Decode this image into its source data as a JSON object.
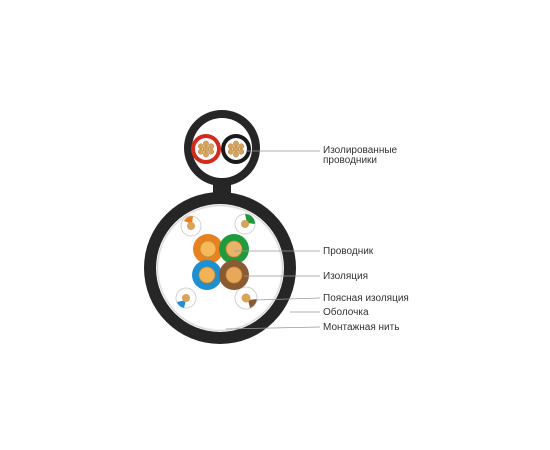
{
  "labels": {
    "insulated_conductors_line1": "Изолированные",
    "insulated_conductors_line2": "проводники",
    "conductor": "Проводник",
    "insulation": "Изоляция",
    "belt_insulation": "Поясная изоляция",
    "sheath": "Оболочка",
    "assembly_thread": "Монтажная нить"
  },
  "colors": {
    "sheath": "#262626",
    "background": "#ffffff",
    "leader_line": "#9a9a9a",
    "text": "#333333",
    "orange": "#e8821e",
    "green": "#1f9a3c",
    "blue": "#1e8fd0",
    "brown": "#8a5a32",
    "copper": "#d9a45a",
    "red": "#d42a1e",
    "black_insulation": "#1a1a1a"
  },
  "pairs": [
    {
      "main": "orange",
      "stripe": "orange"
    },
    {
      "main": "green",
      "stripe": "green"
    },
    {
      "main": "blue",
      "stripe": "blue"
    },
    {
      "main": "brown",
      "stripe": "brown"
    }
  ],
  "power_conductors": [
    "red",
    "black_insulation"
  ]
}
